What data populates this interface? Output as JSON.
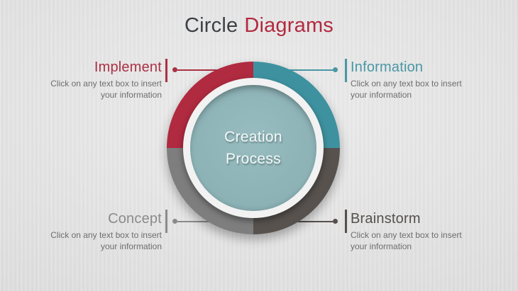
{
  "title": {
    "prefix": "Circle",
    "accent": "Diagrams"
  },
  "center_label": "Creation\nProcess",
  "items": [
    {
      "id": "implement",
      "label": "Implement",
      "caption": "Click on any text box to insert\nyour information",
      "color": "#AA3145",
      "quadrant": "top-left"
    },
    {
      "id": "information",
      "label": "Information",
      "caption": "Click on any text box to insert\nyour information",
      "color": "#4A97A4",
      "quadrant": "top-right"
    },
    {
      "id": "concept",
      "label": "Concept",
      "caption": "Click on any text box to insert\nyour information",
      "color": "#8B8B8B",
      "quadrant": "bottom-left"
    },
    {
      "id": "brainstorm",
      "label": "Brainstorm",
      "caption": "Click on any text box to insert\nyour information",
      "color": "#564F4B",
      "quadrant": "bottom-right"
    }
  ],
  "colors": {
    "background": "#DEDEDE",
    "title_text": "#3D4145",
    "title_accent": "#B12A40",
    "caption_text": "#6E6E6E",
    "quadrant_red": "#B02A40",
    "quadrant_teal": "#3E92A0",
    "quadrant_dark_gray": "#57524E",
    "quadrant_light_gray": "#7E7E7E",
    "center_circle_fill": "#8FB5B9",
    "inner_ring_fill": "#F2F2F2",
    "center_text": "#F5F9F9"
  }
}
